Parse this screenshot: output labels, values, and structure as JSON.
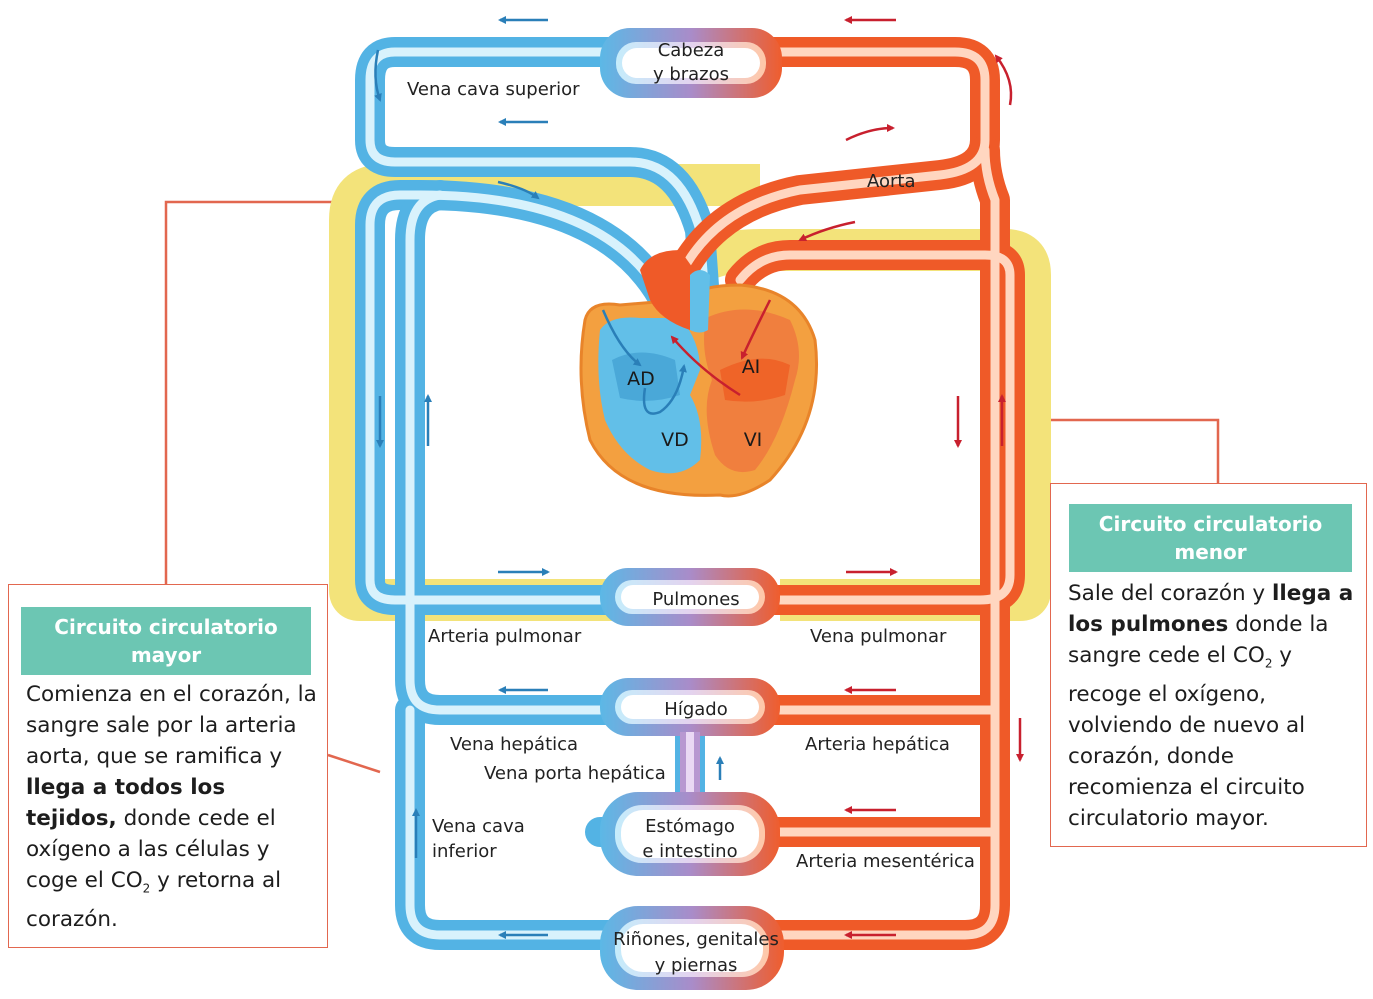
{
  "labels": {
    "head_arms_1": "Cabeza",
    "head_arms_2": "y brazos",
    "superior_vena_cava": "Vena cava superior",
    "aorta": "Aorta",
    "right_atrium": "AD",
    "left_atrium": "AI",
    "right_ventricle": "VD",
    "left_ventricle": "VI",
    "lungs": "Pulmones",
    "pulmonary_artery": "Arteria pulmonar",
    "pulmonary_vein": "Vena pulmonar",
    "liver": "Hígado",
    "hepatic_vein": "Vena hepática",
    "hepatic_artery": "Arteria hepática",
    "hepatic_portal_vein": "Vena porta hepática",
    "stomach_1": "Estómago",
    "stomach_2": "e intestino",
    "inferior_vena_cava_1": "Vena cava",
    "inferior_vena_cava_2": "inferior",
    "mesenteric_artery": "Arteria mesentérica",
    "kidneys_1": "Riñones, genitales",
    "kidneys_2": "y piernas"
  },
  "major_circuit": {
    "title": "Circuito circulatorio mayor",
    "text_1": "Comienza en el corazón, la sangre sale por la arteria aorta, que se ramifica y ",
    "bold_1": "llega a todos los tejidos,",
    "text_2": " donde cede el oxígeno a las células y coge el CO",
    "sub": "2",
    "text_3": " y retorna al corazón."
  },
  "minor_circuit": {
    "title": "Circuito circulatorio menor",
    "text_1": "Sale del corazón y ",
    "bold_1": "llega a los pulmones",
    "text_2": " donde la sangre cede el CO",
    "sub": "2",
    "text_3": " y recoge el oxígeno, volviendo de nuevo al corazón, donde recomienza el circuito circulatorio mayor."
  },
  "colors": {
    "vein_blue": "#53b3e4",
    "artery_red": "#ef5a28",
    "loop_yellow": "#f3e37a",
    "box_header": "#6cc6b3",
    "leader_line": "#e2674f",
    "arrow_blue": "#2a7fb8",
    "arrow_red": "#c8202e"
  }
}
